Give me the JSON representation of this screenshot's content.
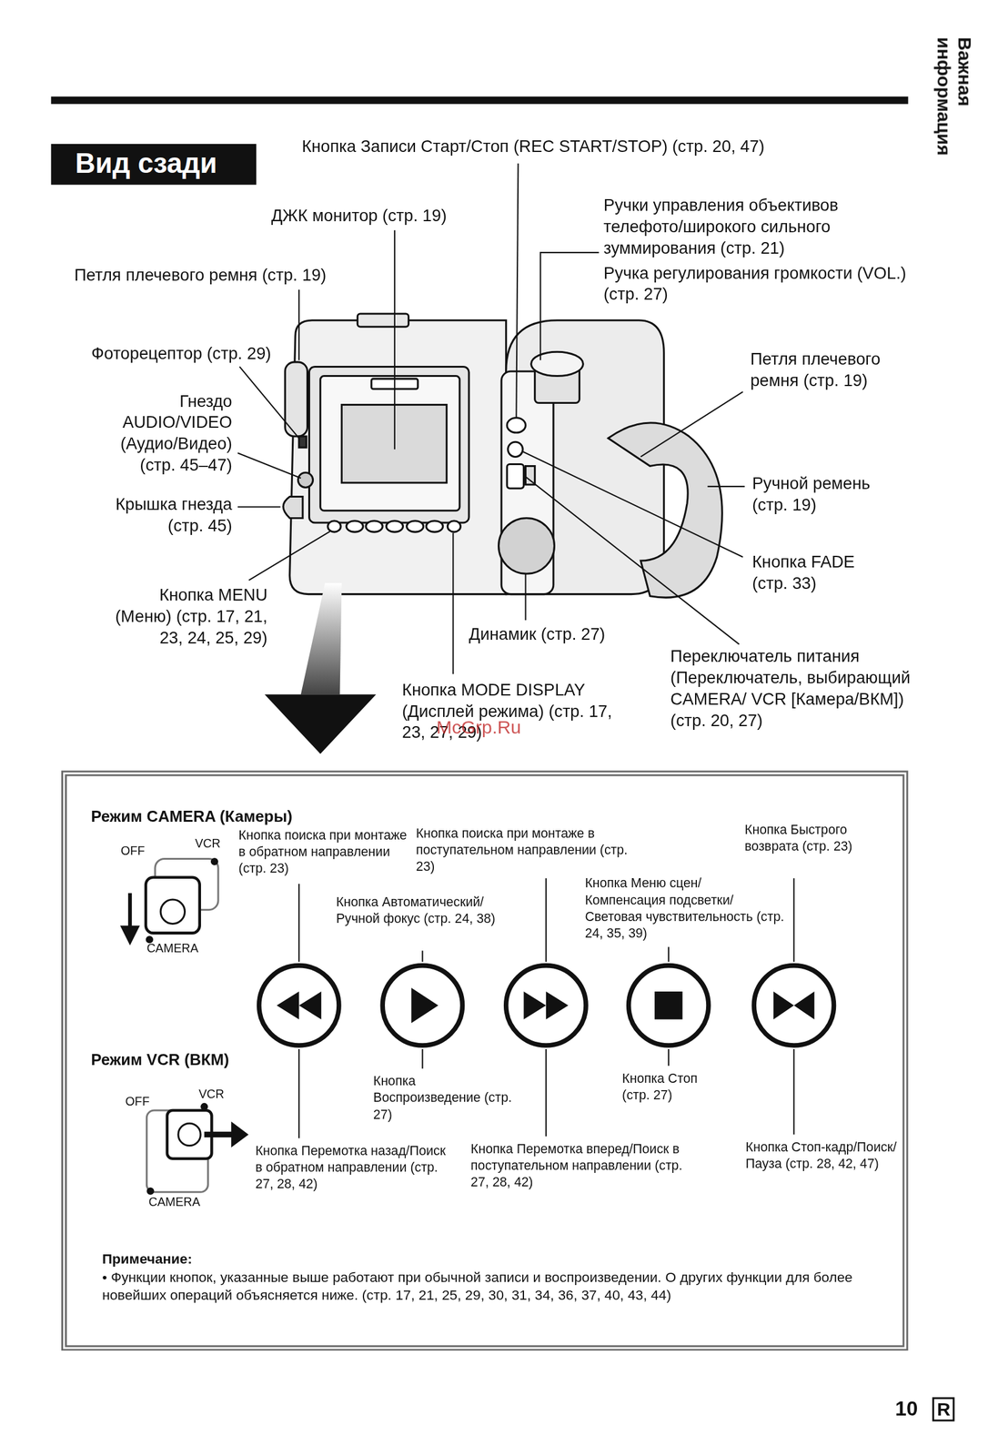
{
  "diagram": {
    "title": "Вид сзади",
    "nodes": [
      {
        "text": [
          "Режим CAMERA (Камеры)",
          "Режим VCR (ВКМ)",
          "Примечание:",
          "• Функции кнопок, указанные выше работают при обычной записи и воспроизведении. О других функции для более новейших операций объясняется ниже. (стр. 17, 21, 25, 29, 30, 31, 34, 36, 37, 40, 43, 44)"
        ]
      }
    ],
    "labels": [
      "Кнопка Записи Старт/Стоп (REC START/STOP) (стр. 20, 47)",
      "ДЖК монитор (стр. 19)",
      "Ручки управления объективов телефото/широкого сильного зуммирования (стр. 21)",
      "Ручка регулирования громкости (VOL.) (стр. 27)",
      "Петля плечевого ремня (стр. 19)",
      "Фоторецептор (стр. 29)",
      "Гнездо AUDIO/VIDEO (Аудио/Видео) (стр. 45–47)",
      "Крышка гнезда (стр. 45)",
      "Петля плечевого ремня (стр. 19)",
      "Ручной ремень (стр. 19)",
      "Кнопка FADE (стр. 33)",
      "Кнопка MENU (Меню) (стр. 17, 21, 23, 24, 25, 29)",
      "Динамик (стр. 27)",
      "Переключатель питания (Переключатель, выбирающий CAMERA/ VCR [Камера/ВКМ]) (стр. 20, 27)",
      "Кнопка MODE DISPLAY (Дисплей режима) (стр. 17, 23, 27, 29)",
      "McGrp.Ru",
      "Важная информация",
      "OFF",
      "VCR",
      "CAMERA",
      "Кнопка поиска при монтаже в обратном направлении (стр. 23)",
      "Кнопка поиска при монтаже в поступательном направлении (стр. 23)",
      "Кнопка Быстрого возврата (стр. 23)",
      "Кнопка Автоматический/Ручной фокус (стр. 24, 38)",
      "Кнопка Меню сцен/ Компенсация подсветки/ Световая чувствительность (стр. 24, 35, 39)",
      "OFF",
      "VCR",
      "CAMERA",
      "Кнопка Воспроизведение (стр. 27)",
      "Кнопка Стоп (стр. 27)",
      "Кнопка Перемотка назад/Поиск в обратном направлении (стр. 27, 28, 42)",
      "Кнопка Перемотка вперед/Поиск в поступательном направлении (стр. 27, 28, 42)",
      "Кнопка Стоп-кадр/Поиск/Пауза (стр. 28, 42, 47)",
      "10",
      "R"
    ]
  }
}
